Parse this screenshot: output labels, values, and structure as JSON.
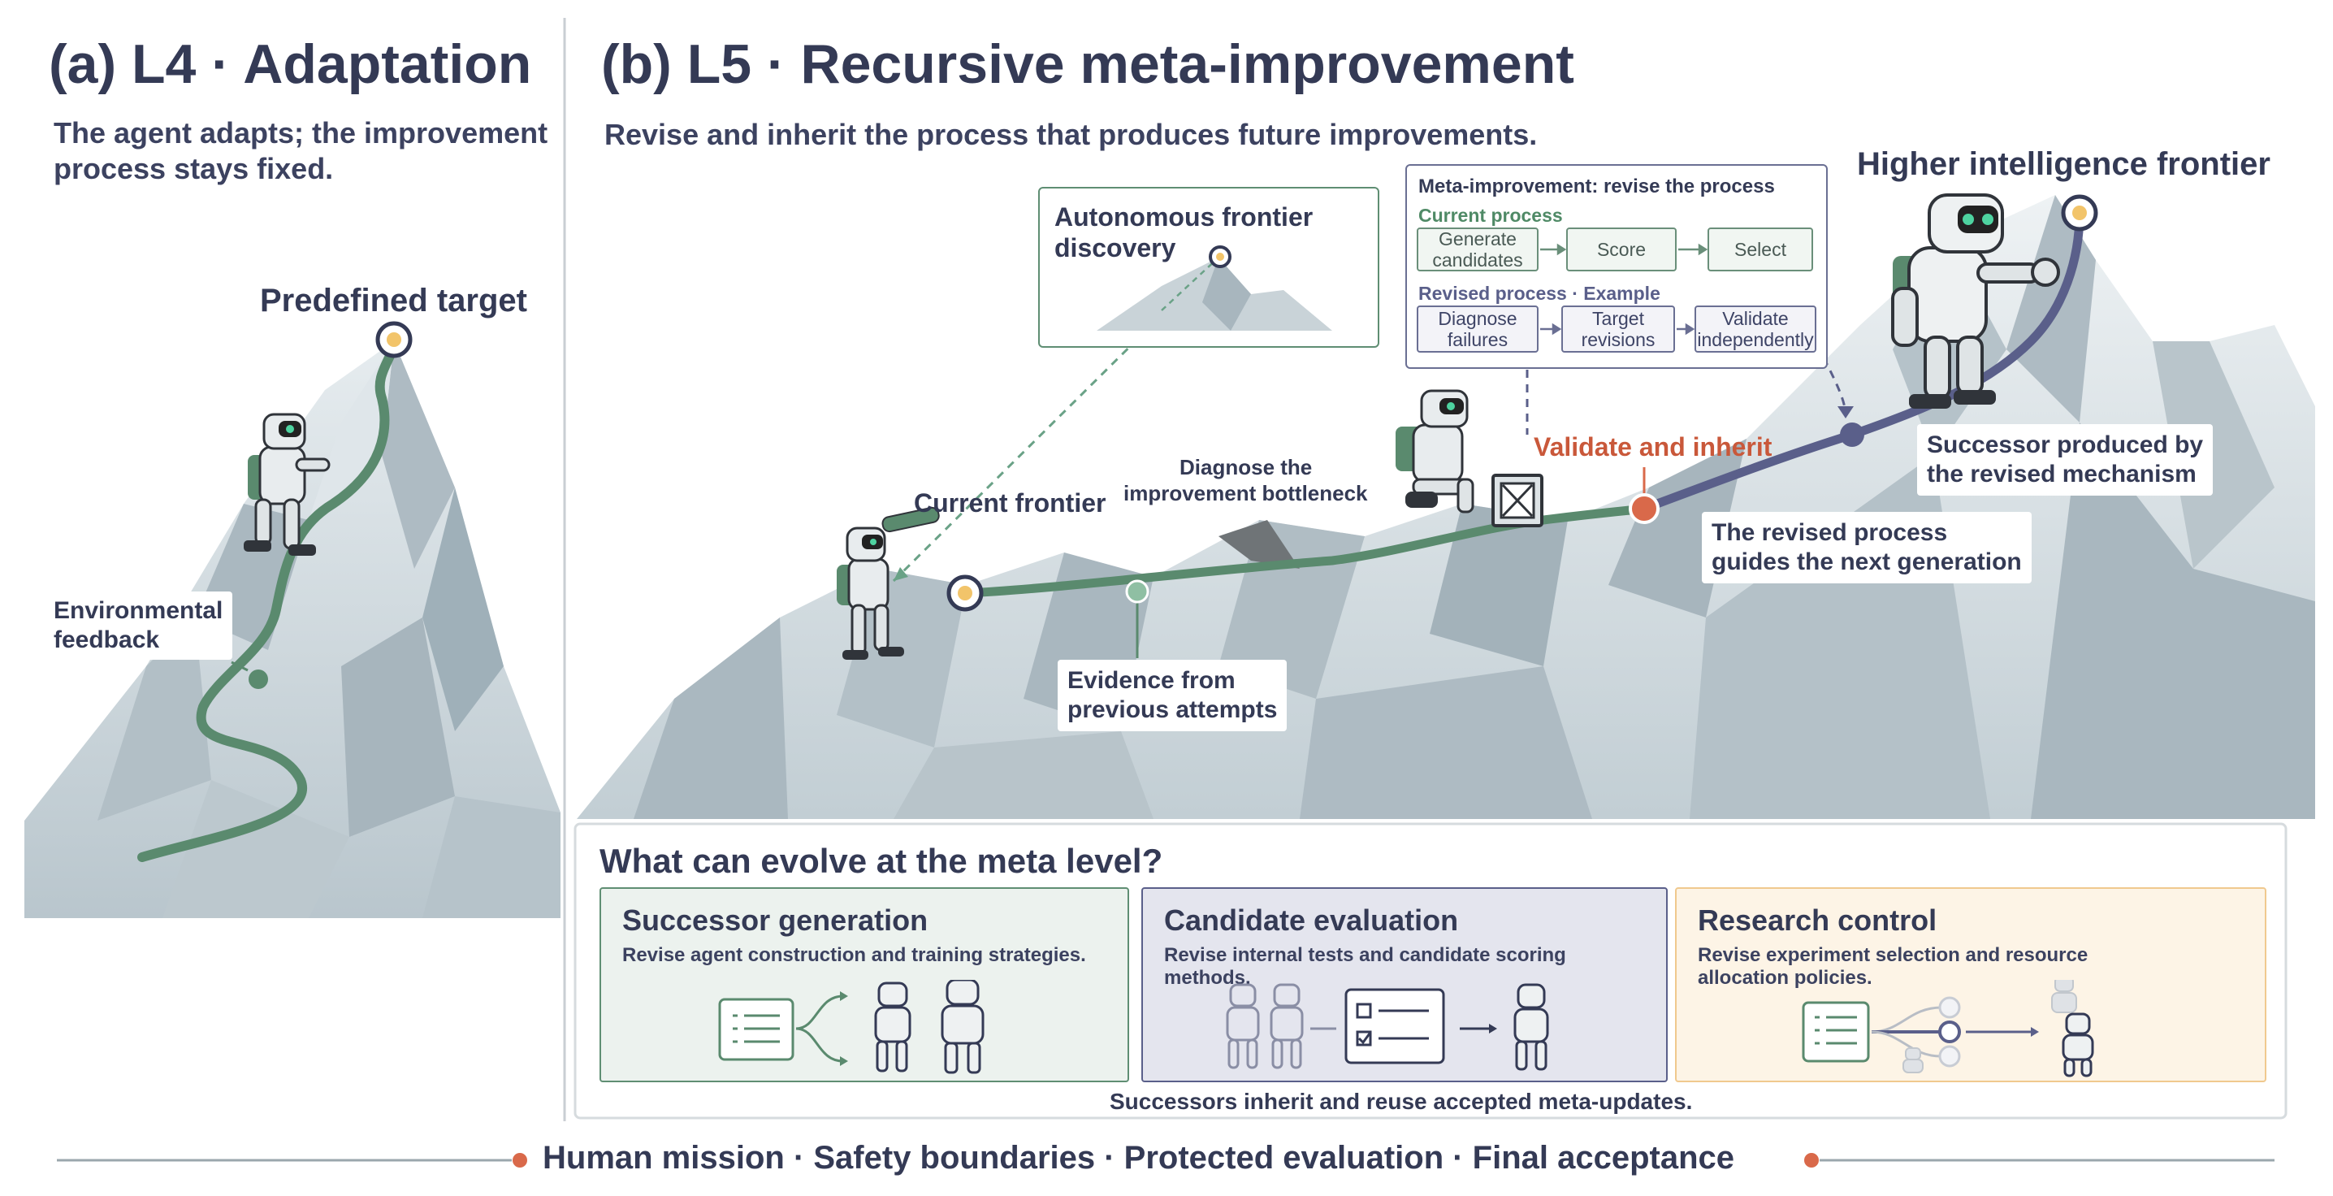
{
  "panel_a": {
    "title": "(a) L4 · Adaptation",
    "subtitle_line1": "The agent adapts; the improvement",
    "subtitle_line2": "process stays fixed.",
    "target_label": "Predefined target",
    "feedback_line1": "Environmental",
    "feedback_line2": "feedback"
  },
  "panel_b": {
    "title": "(b) L5 · Recursive meta-improvement",
    "subtitle": "Revise and inherit the process that produces future improvements.",
    "discovery_line1": "Autonomous frontier",
    "discovery_line2": "discovery",
    "current_frontier": "Current frontier",
    "bottleneck_line1": "Diagnose the",
    "bottleneck_line2": "improvement bottleneck",
    "evidence_line1": "Evidence from",
    "evidence_line2": "previous attempts",
    "validate": "Validate and inherit",
    "revised_line1": "The revised process",
    "revised_line2": "guides the next generation",
    "successor_line1": "Successor produced by",
    "successor_line2": "the revised mechanism",
    "higher_frontier": "Higher intelligence frontier",
    "meta_box": {
      "title": "Meta-improvement: revise the process",
      "current_label": "Current process",
      "current_steps": [
        "Generate candidates",
        "Score",
        "Select"
      ],
      "revised_label": "Revised process · Example",
      "revised_steps": [
        "Diagnose failures",
        "Target revisions",
        "Validate independently"
      ]
    }
  },
  "evolve": {
    "title": "What can evolve at the meta level?",
    "cards": [
      {
        "title": "Successor generation",
        "desc": "Revise agent construction and training strategies."
      },
      {
        "title": "Candidate evaluation",
        "desc": "Revise internal tests and candidate scoring methods."
      },
      {
        "title": "Research control",
        "desc": "Revise experiment selection and resource allocation policies."
      }
    ],
    "footer": "Successors inherit and reuse accepted meta-updates."
  },
  "bottom_bar": "Human mission · Safety boundaries · Protected evaluation · Final acceptance",
  "colors": {
    "green": "#5a8a6e",
    "navy": "#5a5f8a",
    "orange": "#d9694a",
    "gold": "#f2c46a",
    "mountain": "#c8d3d9"
  }
}
